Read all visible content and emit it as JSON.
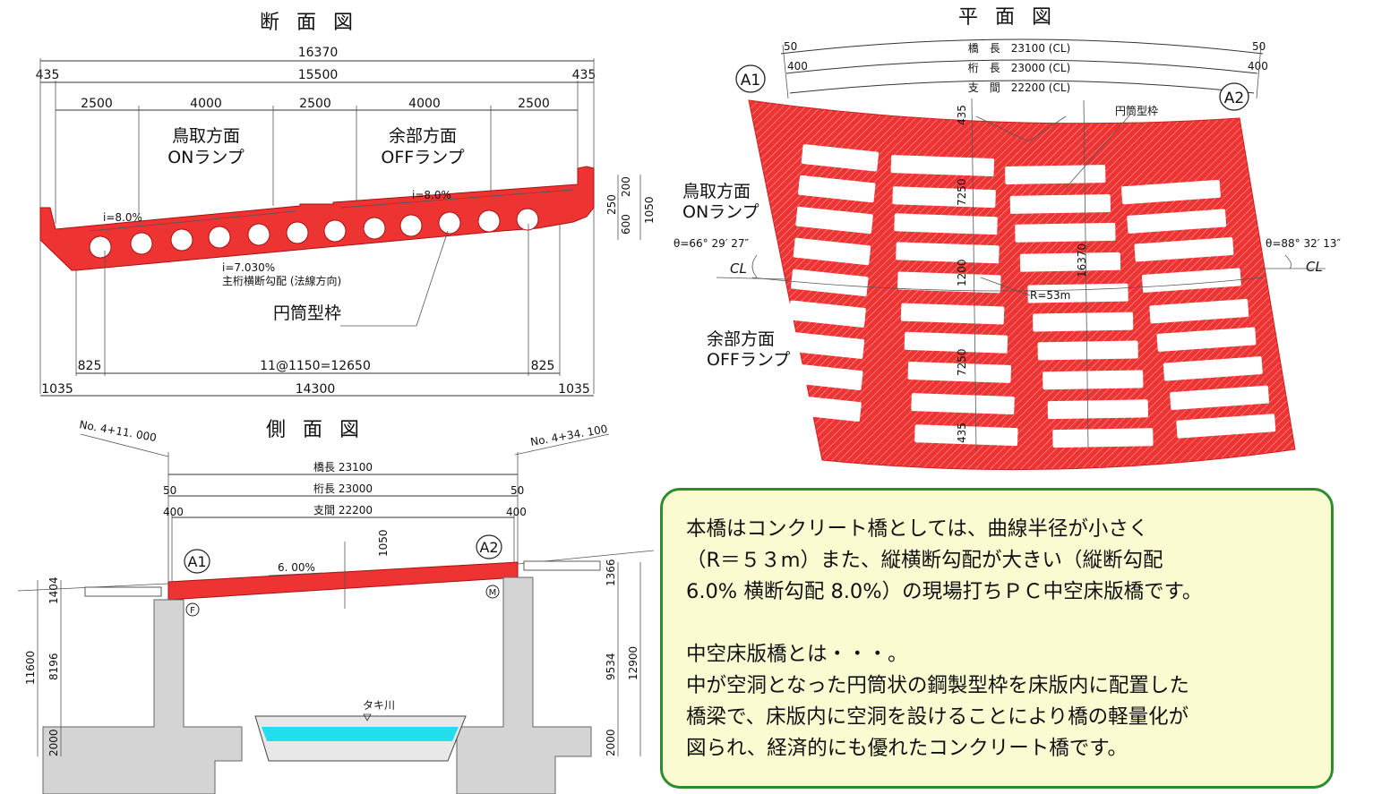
{
  "section_view": {
    "title": "断 面 図",
    "dim_total": "16370",
    "dim_inner": "15500",
    "dim_left_edge": "435",
    "dim_right_edge": "435",
    "lanes": [
      "2500",
      "4000",
      "2500",
      "4000",
      "2500"
    ],
    "lane_left_label_1": "鳥取方面",
    "lane_left_label_2": "ONランプ",
    "lane_right_label_1": "余部方面",
    "lane_right_label_2": "OFFランプ",
    "slope_left": "i=8.0%",
    "slope_right": "i=8.0%",
    "slope_main_1": "i=7.030%",
    "slope_main_2": "主桁横断勾配 (法線方向)",
    "void_form_label": "円筒型枠",
    "right_dims": [
      "200",
      "250",
      "600",
      "1050"
    ],
    "bottom_dim_left": "825",
    "bottom_dim_center": "11@1150=12650",
    "bottom_dim_right": "825",
    "base_dim_left": "1035",
    "base_dim_center": "14300",
    "base_dim_right": "1035"
  },
  "plan_view": {
    "title": "平 面 図",
    "bridge_length": "橋　長　23100 (CL)",
    "girder_length": "桁　長　23000 (CL)",
    "span_length": "支　間　22200 (CL)",
    "end_50_left": "50",
    "end_50_right": "50",
    "end_400_left": "400",
    "end_400_right": "400",
    "abutment_a1": "A1",
    "abutment_a2": "A2",
    "void_form_label": "円筒型枠",
    "left_label_1": "鳥取方面",
    "left_label_2": "ONランプ",
    "left_bottom_label_1": "余部方面",
    "left_bottom_label_2": "OFFランプ",
    "theta_left": "θ=66° 29′ 27″",
    "theta_right": "θ=88° 32′ 13″",
    "cl_left": "CL",
    "cl_right": "CL",
    "radius": "R=53m",
    "dim_435_top": "435",
    "dim_7250_top": "7250",
    "dim_1200": "1200",
    "dim_16370": "16370",
    "dim_7250_bottom": "7250",
    "dim_435_bottom": "435"
  },
  "side_view": {
    "title": "側 面 図",
    "station_left": "No. 4+11. 000",
    "station_right": "No. 4+34. 100",
    "bridge_length": "橋長 23100",
    "girder_length": "桁長 23000",
    "span_length": "支間 22200",
    "end_50_left": "50",
    "end_50_right": "50",
    "end_400_left": "400",
    "end_400_right": "400",
    "abutment_a1": "A1",
    "abutment_a2": "A2",
    "slope": "6. 00%",
    "depth": "1050",
    "bearing_fixed": "F",
    "bearing_movable": "M",
    "river": "タキ川",
    "left_dims": [
      "1404",
      "11600",
      "8196",
      "2000"
    ],
    "right_dims": [
      "1366",
      "9534",
      "12900",
      "2000"
    ]
  },
  "note": {
    "line1": "本橋はコンクリート橋としては、曲線半径が小さく",
    "line2": "（R＝５３m）また、縦横断勾配が大きい（縦断勾配",
    "line3": "6.0% 横断勾配 8.0%）の現場打ちＰＣ中空床版橋です。",
    "line4": "中空床版橋とは・・・。",
    "line5": "中が空洞となった円筒状の鋼製型枠を床版内に配置した",
    "line6": "橋梁で、床版内に空洞を設けることにより橋の軽量化が",
    "line7": "図られ、経済的にも優れたコンクリート橋です。"
  },
  "colors": {
    "concrete_red": "#ee3333",
    "note_border": "#2e8b2e",
    "note_fill": "#fbfbd2",
    "water": "#22ddee",
    "abutment": "#d4d4d4"
  }
}
